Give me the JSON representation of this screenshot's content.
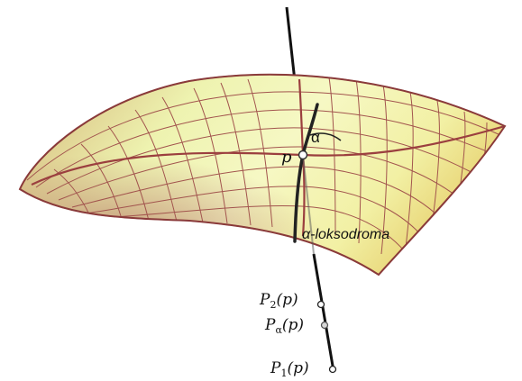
{
  "labels": {
    "point_p": "p",
    "angle": "α",
    "curve": "α-loksodroma",
    "p2": {
      "main": "P",
      "sub": "2",
      "arg": "(p)"
    },
    "palpha": {
      "main": "P",
      "sub": "α",
      "arg": "(p)"
    },
    "p1": {
      "main": "P",
      "sub": "1",
      "arg": "(p)"
    }
  },
  "colors": {
    "surface_light": "#f7f9c4",
    "surface_mid": "#e4ef9a",
    "surface_dark": "#b97f6b",
    "surface_edge": "#8a3a3a",
    "grid": "#a2544e",
    "grid_thick": "#9b3f3f",
    "normal_line": "#111111",
    "loxodrome": "#222222"
  }
}
